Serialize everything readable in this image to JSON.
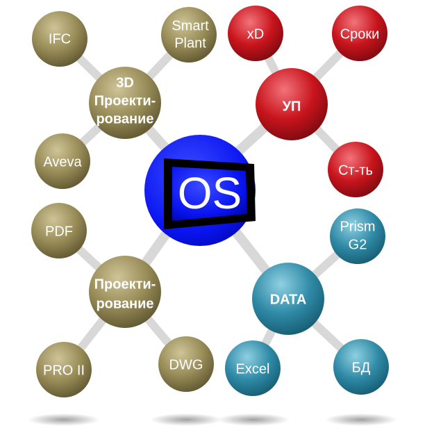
{
  "center": {
    "label": "OS",
    "color": "#0a14f0"
  },
  "colors": {
    "olive": "#8f8452",
    "red": "#c8141c",
    "teal": "#2f8aa6",
    "connector": "#e6e6e6"
  },
  "clusters": [
    {
      "hub": {
        "lines": [
          "3D",
          "Проекти-",
          "рование"
        ]
      },
      "leaves": [
        {
          "lines": [
            "IFC"
          ]
        },
        {
          "lines": [
            "Smart",
            "Plant"
          ]
        },
        {
          "lines": [
            "Aveva"
          ]
        }
      ]
    },
    {
      "hub": {
        "lines": [
          "УП"
        ]
      },
      "leaves": [
        {
          "lines": [
            "xD"
          ]
        },
        {
          "lines": [
            "Сроки"
          ]
        },
        {
          "lines": [
            "Ст-ть"
          ]
        }
      ]
    },
    {
      "hub": {
        "lines": [
          "Проекти-",
          "рование"
        ]
      },
      "leaves": [
        {
          "lines": [
            "PDF"
          ]
        },
        {
          "lines": [
            "PRO II"
          ]
        },
        {
          "lines": [
            "DWG"
          ]
        }
      ]
    },
    {
      "hub": {
        "lines": [
          "DATA"
        ]
      },
      "leaves": [
        {
          "lines": [
            "Prism",
            "G2"
          ]
        },
        {
          "lines": [
            "Excel"
          ]
        },
        {
          "lines": [
            "БД"
          ]
        }
      ]
    }
  ]
}
